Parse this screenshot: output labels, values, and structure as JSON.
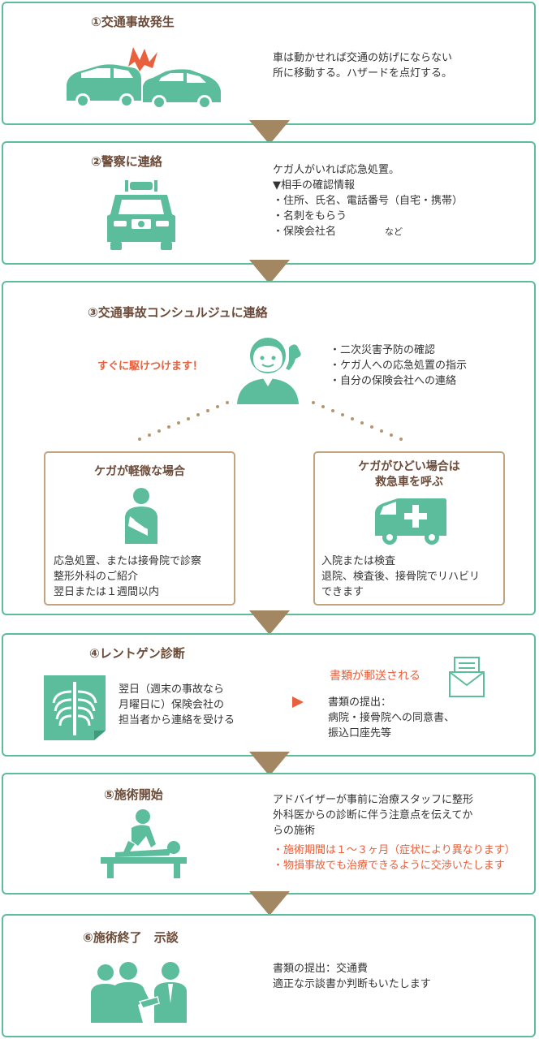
{
  "colors": {
    "green": "#5bbd9c",
    "brown_text": "#6b4a37",
    "arrow": "#a38662",
    "orange": "#e8603c",
    "sub_border": "#c3a47e"
  },
  "step1": {
    "title": "①交通事故発生",
    "lines": [
      "車は動かせれば交通の妨げにならない",
      "所に移動する。ハザードを点灯する。"
    ]
  },
  "step2": {
    "title": "②警察に連絡",
    "lines": [
      "ケガ人がいれば応急処置。",
      "▼相手の確認情報",
      "・住所、氏名、電話番号（自宅・携帯）",
      "・名刺をもらう",
      "・保険会社名"
    ],
    "etc": "など"
  },
  "step3": {
    "title": "③交通事故コンシュルジュに連絡",
    "badge": "すぐに駆けつけます！",
    "lines": [
      "・二次災害予防の確認",
      "・ケガ人への応急処置の指示",
      "・自分の保険会社への連絡"
    ],
    "minor": {
      "title": "ケガが軽微な場合",
      "lines": [
        "応急処置、または接骨院で診察",
        "整形外科のご紹介",
        "翌日または１週間以内"
      ]
    },
    "severe": {
      "title_lines": [
        "ケガがひどい場合は",
        "救急車を呼ぶ"
      ],
      "lines": [
        "入院または検査",
        "退院、検査後、接骨院でリハビリ",
        "できます"
      ]
    }
  },
  "step4": {
    "title": "④レントゲン診断",
    "lines": [
      "翌日（週末の事故なら",
      "月曜日に）保険会社の",
      "担当者から連絡を受ける"
    ],
    "mail_label": "書類が郵送される",
    "docs_lines": [
      "書類の提出：",
      "病院・接骨院への同意書、",
      "振込口座先等"
    ]
  },
  "step5": {
    "title": "⑤施術開始",
    "lines": [
      "アドバイザーが事前に治療スタッフに整形",
      "外科医からの診断に伴う注意点を伝えてか",
      "らの施術"
    ],
    "notes": [
      "・施術期間は１～３ヶ月（症状により異なります）",
      "・物損事故でも治療できるように交渉いたします"
    ]
  },
  "step6": {
    "title": "⑥施術終了　示談",
    "lines": [
      "書類の提出：交通費",
      "適正な示談書か判断もいたします"
    ]
  }
}
